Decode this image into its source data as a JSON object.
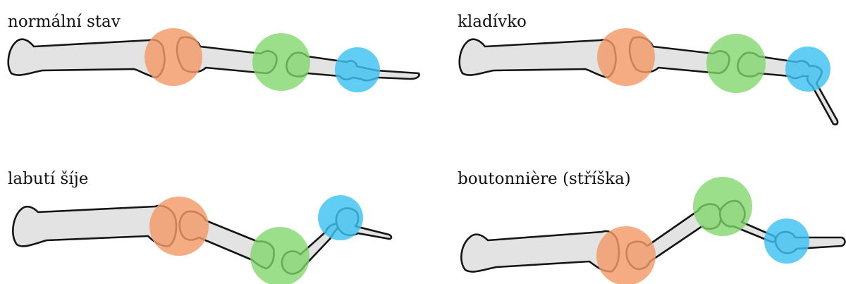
{
  "colors": {
    "mcp_joint": "#f39a68",
    "pip_joint": "#7fd66a",
    "dip_joint": "#3fc2f2",
    "bone_fill": "#e3e3e3",
    "bone_outline": "#151515"
  },
  "panels": [
    {
      "id": "normal",
      "label": "normální stav"
    },
    {
      "id": "mallet",
      "label": "kladívko"
    },
    {
      "id": "swan",
      "label": "labutí šíje"
    },
    {
      "id": "boutonniere",
      "label": "boutonnière (stříška)"
    }
  ]
}
